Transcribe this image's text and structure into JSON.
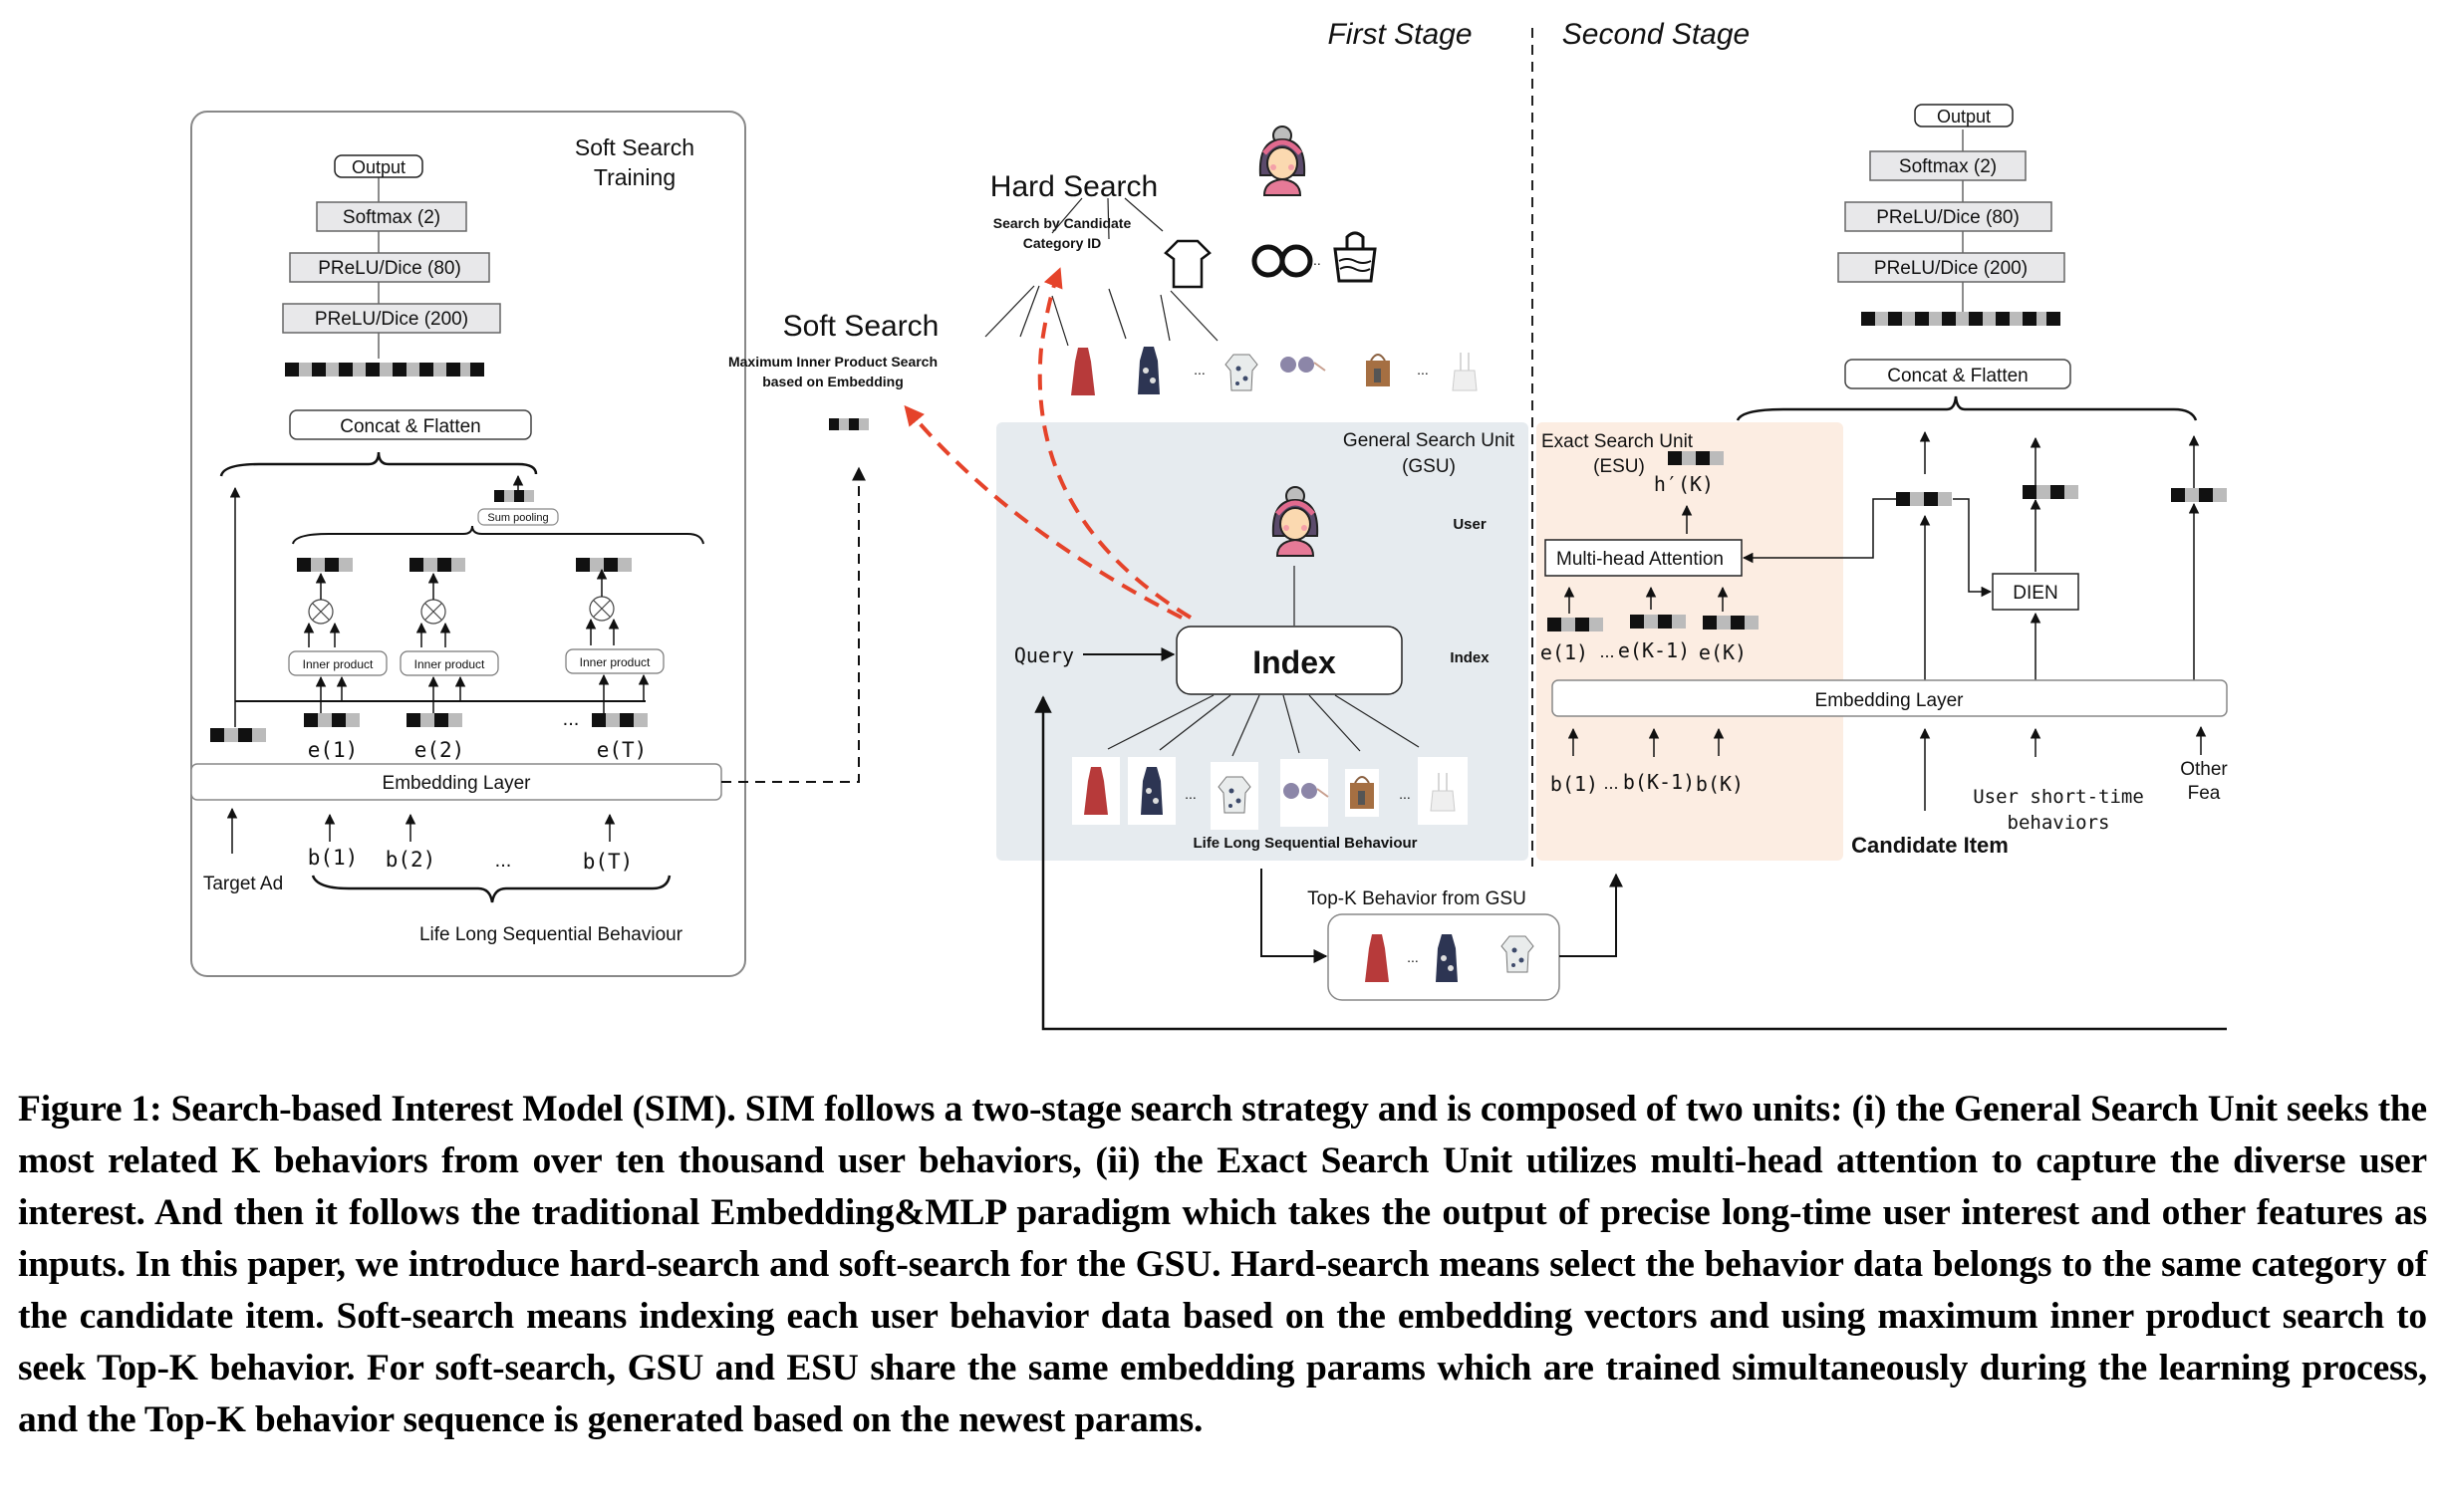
{
  "stages": {
    "first": "First Stage",
    "second": "Second Stage"
  },
  "soft_training": {
    "title_line1": "Soft Search",
    "title_line2": "Training",
    "output": "Output",
    "softmax": "Softmax (2)",
    "prelu80": "PReLU/Dice (80)",
    "prelu200": "PReLU/Dice (200)",
    "concat": "Concat & Flatten",
    "sum_pooling": "Sum pooling",
    "inner_product": "Inner product",
    "e_labels": [
      "e(1)",
      "e(2)",
      "e(T)"
    ],
    "ellipsis": "...",
    "embedding": "Embedding Layer",
    "target_ad": "Target Ad",
    "b_labels": [
      "b(1)",
      "b(2)",
      "b(T)"
    ],
    "sequence_label": "Life Long Sequential Behaviour"
  },
  "hard_search": {
    "title": "Hard Search",
    "subtitle_line1": "Search by Candidate",
    "subtitle_line2": "Category ID",
    "categories": [
      "shirt",
      "glasses",
      "bag"
    ],
    "items": [
      "red-dress",
      "floral-dress",
      "printed-shirt",
      "sunglasses",
      "brown-handbag",
      "white-bag"
    ],
    "ellipsis": "..."
  },
  "soft_search": {
    "title": "Soft Search",
    "subtitle_line1": "Maximum Inner Product Search",
    "subtitle_line2": "based on Embedding"
  },
  "gsu": {
    "title_line1": "General Search Unit",
    "title_line2": "(GSU)",
    "user_label": "User",
    "index_label": "Index",
    "index_box": "Index",
    "query": "Query",
    "sequence_label": "Life Long Sequential Behaviour",
    "items": [
      "red-dress",
      "floral-dress",
      "printed-shirt",
      "sunglasses",
      "brown-handbag",
      "white-bag"
    ],
    "ellipsis": "...",
    "bg_color": "#e6ebef"
  },
  "topk": {
    "label": "Top-K Behavior from GSU",
    "ellipsis": "..."
  },
  "esu": {
    "title_line1": "Exact Search Unit",
    "title_line2": "(ESU)",
    "h_label": "h′(K)",
    "attention": "Multi-head Attention",
    "e_labels": [
      "e(1)",
      "e(K-1)",
      "e(K)"
    ],
    "b_labels": [
      "b(1)",
      "b(K-1)",
      "b(K)"
    ],
    "ellipsis": "...",
    "bg_color": "#fcede2"
  },
  "main_model": {
    "output": "Output",
    "softmax": "Softmax (2)",
    "prelu80": "PReLU/Dice (80)",
    "prelu200": "PReLU/Dice (200)",
    "concat": "Concat & Flatten",
    "embedding": "Embedding Layer",
    "dien": "DIEN",
    "candidate": "Candidate Item",
    "short_time_line1": "User short-time",
    "short_time_line2": "behaviors",
    "other_line1": "Other",
    "other_line2": "Fea"
  },
  "colors": {
    "search_arrow": "#e5432a",
    "layer_fill": "#e8e8ea"
  },
  "caption": "Figure 1: Search-based Interest Model (SIM). SIM follows a two-stage search strategy and is composed of two units: (i) the General Search Unit seeks the most related K behaviors from over ten thousand user behaviors, (ii) the Exact Search Unit utilizes multi-head attention to capture the diverse user interest. And then it follows the traditional Embedding&MLP paradigm which takes the output of precise long-time user interest and other features as inputs. In this paper, we introduce hard-search and soft-search for the GSU. Hard-search means select the behavior data belongs to the same category of the candidate item. Soft-search means indexing each user behavior data based on the embedding vectors and using maximum inner product search to seek Top-K behavior. For soft-search, GSU and ESU share the same embedding params which are trained simultaneously during the learning process, and the Top-K behavior sequence is generated based on the newest params."
}
